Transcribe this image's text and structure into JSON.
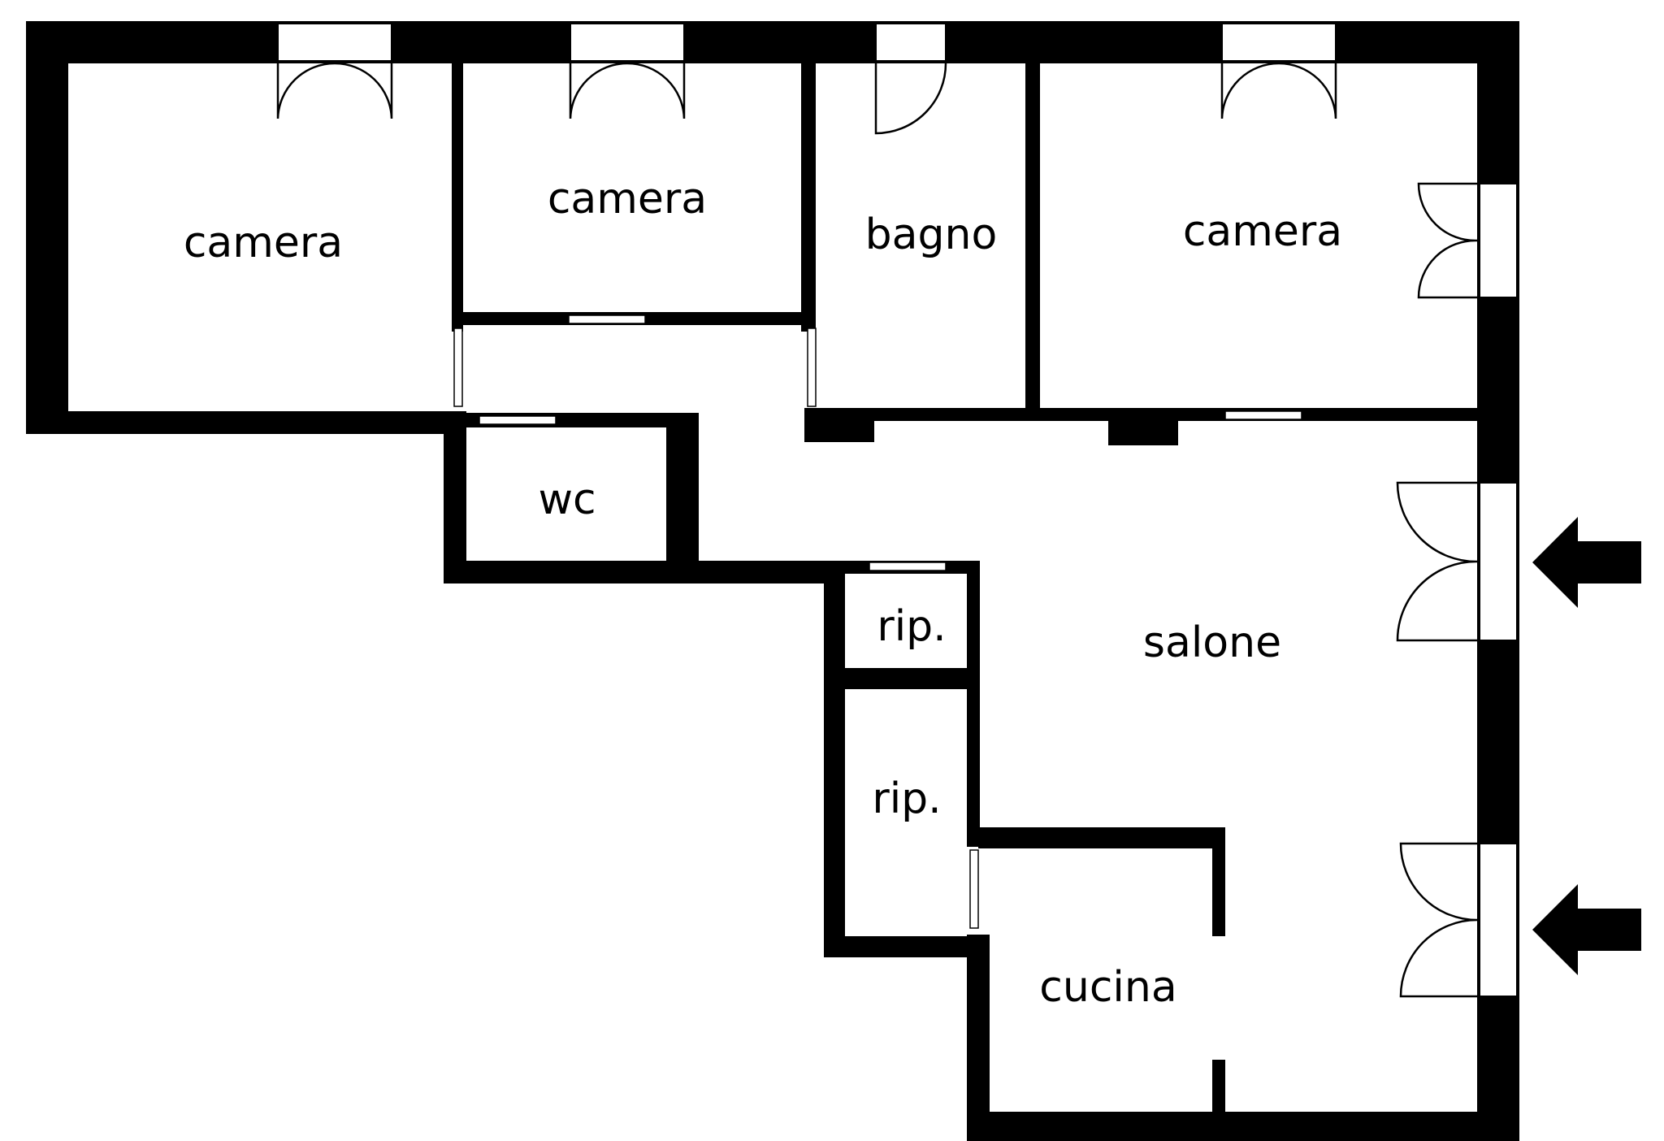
{
  "rooms": {
    "camera_1": "camera",
    "camera_2": "camera",
    "bagno": "bagno",
    "camera_3": "camera",
    "wc": "wc",
    "rip_1": "rip.",
    "rip_2": "rip.",
    "salone": "salone",
    "cucina": "cucina"
  },
  "icons": {
    "entrance_arrow": "arrow-left-icon"
  },
  "colors": {
    "wall": "#000000",
    "floor": "#ffffff"
  }
}
